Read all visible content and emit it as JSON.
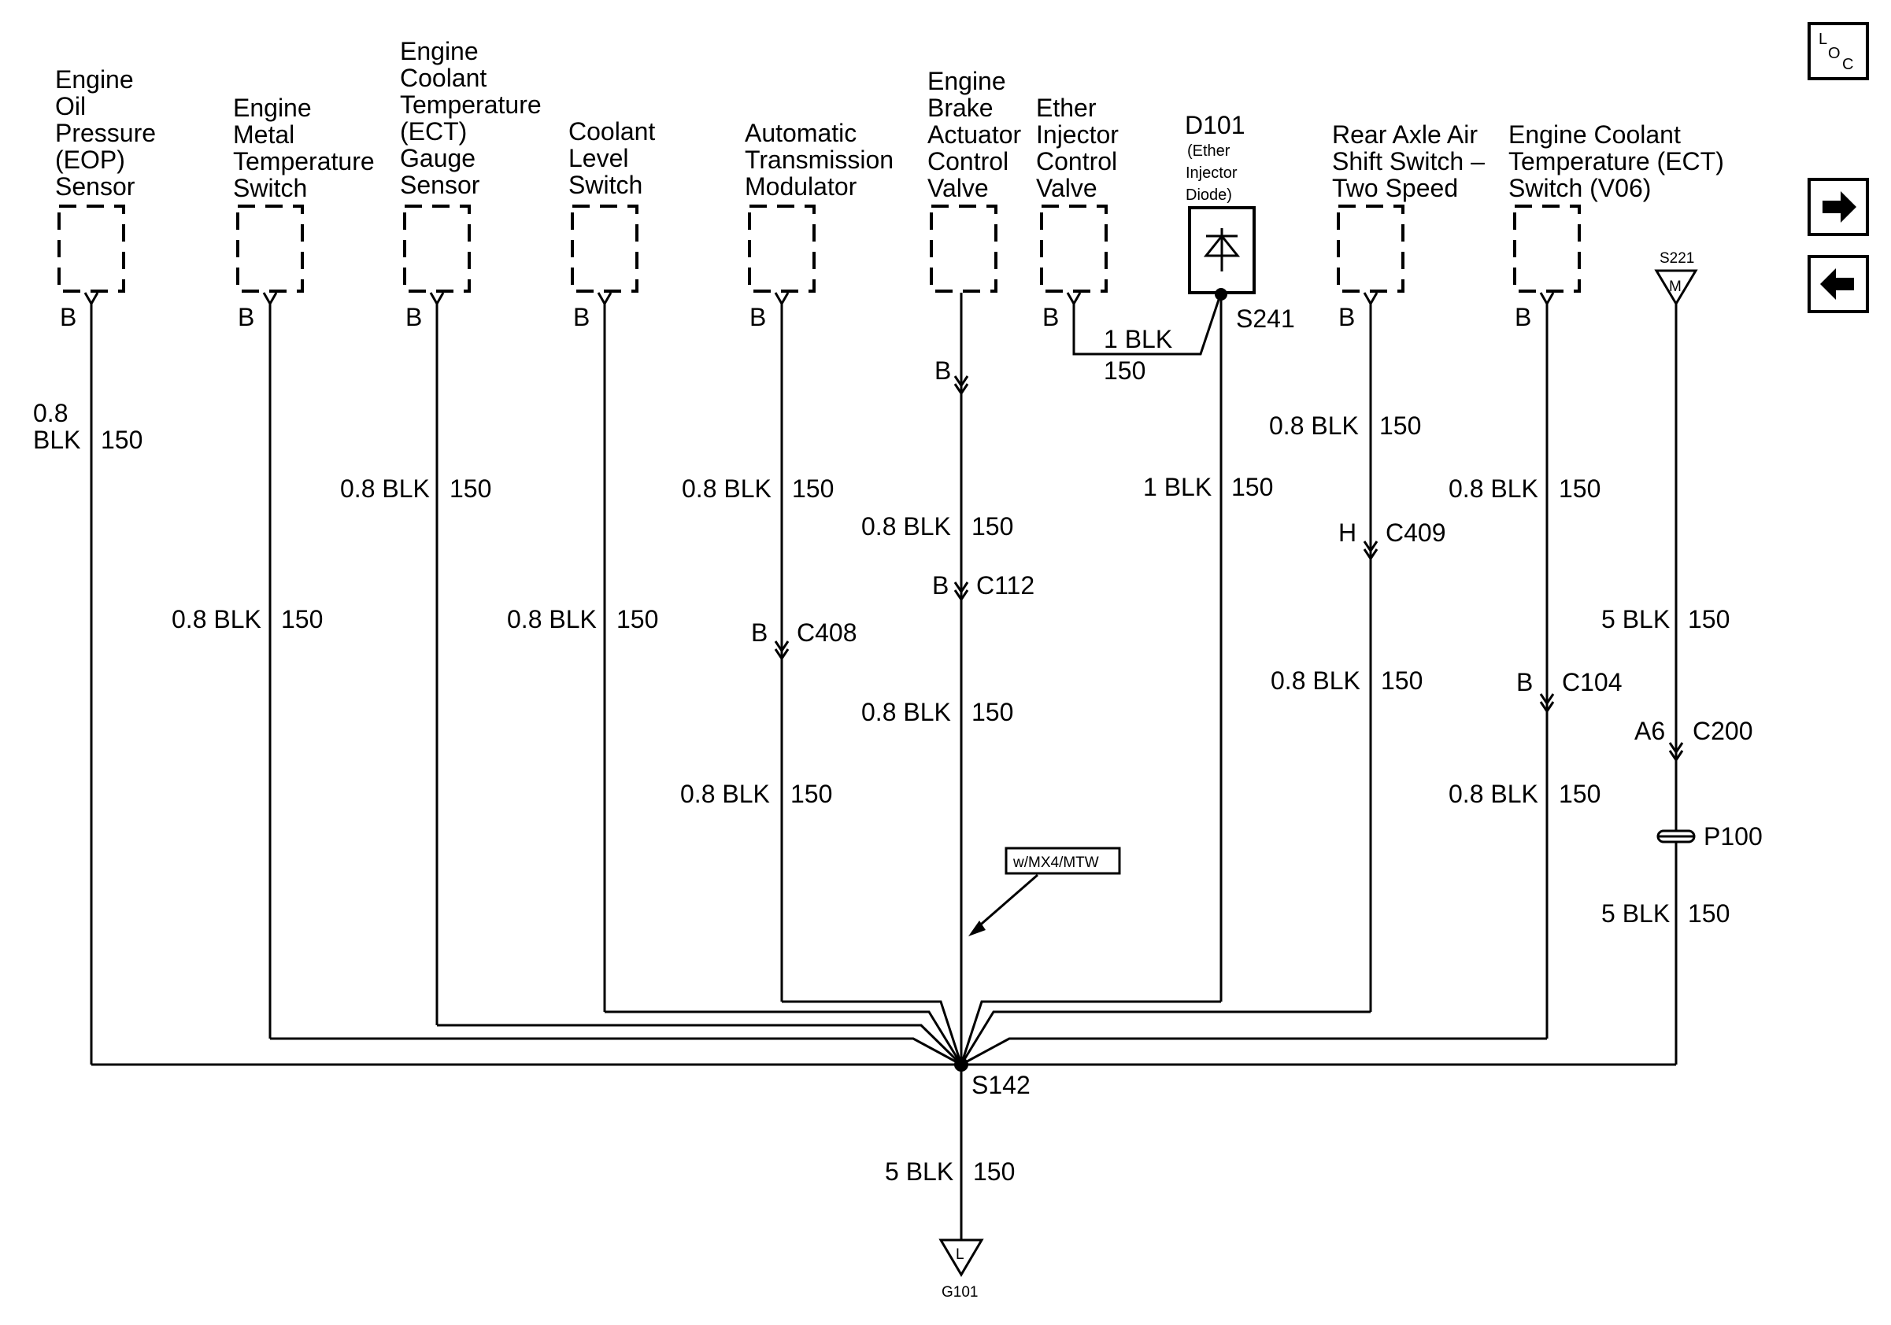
{
  "components": [
    {
      "id": "eop",
      "lines": [
        "Engine",
        "Oil",
        "Pressure",
        "(EOP)",
        "Sensor"
      ],
      "pin": "B",
      "wire": [
        "0.8",
        "BLK",
        "150"
      ]
    },
    {
      "id": "emt",
      "lines": [
        "Engine",
        "Metal",
        "Temperature",
        "Switch"
      ],
      "pin": "B",
      "wire": [
        "0.8 BLK",
        "150"
      ]
    },
    {
      "id": "ectg",
      "lines": [
        "Engine",
        "Coolant",
        "Temperature",
        "(ECT)",
        "Gauge",
        "Sensor"
      ],
      "pin": "B",
      "wire": [
        "0.8 BLK",
        "150"
      ]
    },
    {
      "id": "cls",
      "lines": [
        "Coolant",
        "Level",
        "Switch"
      ],
      "pin": "B",
      "wire": [
        "0.8 BLK",
        "150"
      ]
    },
    {
      "id": "atm",
      "lines": [
        "Automatic",
        "Transmission",
        "Modulator"
      ],
      "pin": "B",
      "wire_upper": [
        "0.8 BLK",
        "150"
      ],
      "connector": {
        "pin": "B",
        "name": "C408"
      },
      "wire_lower": [
        "0.8 BLK",
        "150"
      ]
    },
    {
      "id": "ebacv",
      "lines": [
        "Engine",
        "Brake",
        "Actuator",
        "Control",
        "Valve"
      ],
      "pin_mid": "B",
      "wire_upper": [
        "0.8 BLK",
        "150"
      ],
      "connector": {
        "pin": "B",
        "name": "C112"
      },
      "wire_lower": [
        "0.8 BLK",
        "150"
      ]
    },
    {
      "id": "eicv",
      "lines": [
        "Ether",
        "Injector",
        "Control",
        "Valve"
      ],
      "pin": "B",
      "wire": [
        "1 BLK",
        "150"
      ]
    },
    {
      "id": "d101",
      "lines": [
        "D101"
      ],
      "sub": [
        "(Ether",
        "Injector",
        "Diode)"
      ],
      "splice": "S241",
      "wire": [
        "1 BLK",
        "150"
      ]
    },
    {
      "id": "raas",
      "lines": [
        "Rear Axle Air",
        "Shift Switch –",
        "Two Speed"
      ],
      "pin": "B",
      "wire_upper": [
        "0.8 BLK",
        "150"
      ],
      "connector": {
        "pin": "H",
        "name": "C409"
      },
      "wire_lower": [
        "0.8 BLK",
        "150"
      ]
    },
    {
      "id": "ects",
      "lines": [
        "Engine Coolant",
        "Temperature (ECT)",
        "Switch (V06)"
      ],
      "pin": "B",
      "wire_upper": [
        "0.8 BLK",
        "150"
      ],
      "connector": {
        "pin": "B",
        "name": "C104"
      },
      "wire_lower": [
        "0.8 BLK",
        "150"
      ]
    }
  ],
  "s221": {
    "label": "S221",
    "letter": "M",
    "wire_upper": [
      "5 BLK",
      "150"
    ],
    "connector": {
      "pin": "A6",
      "name": "C200"
    },
    "passthrough": "P100",
    "wire_lower": [
      "5 BLK",
      "150"
    ]
  },
  "option_note": "w/MX4/MTW",
  "main_splice": "S142",
  "ground_wire": [
    "5 BLK",
    "150"
  ],
  "ground": {
    "letter": "L",
    "name": "G101"
  },
  "nav": {
    "loc_l": "L",
    "loc_o": "O",
    "loc_c": "C",
    "next_glyph": "➡",
    "prev_glyph": "⬅"
  }
}
